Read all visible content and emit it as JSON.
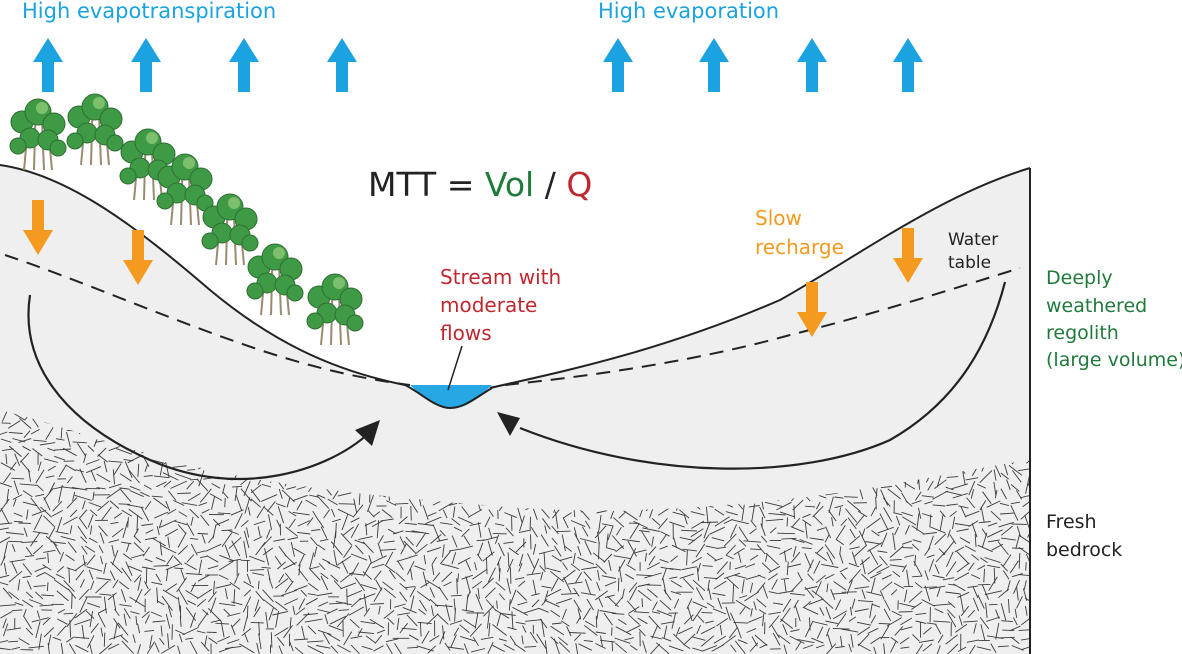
{
  "labels": {
    "high_et": "High evapotranspiration",
    "high_evap": "High evaporation",
    "formula": {
      "lhs": "MTT",
      "eq": " = ",
      "vol": "Vol",
      "slash": " / ",
      "q": "Q"
    },
    "slow_recharge": [
      "Slow",
      "recharge"
    ],
    "water_table": [
      "Water",
      "table"
    ],
    "stream": [
      "Stream with",
      "moderate",
      "flows"
    ],
    "regolith": [
      "Deeply",
      "weathered",
      "regolith",
      "(large volume)"
    ],
    "bedrock": [
      "Fresh",
      "bedrock"
    ]
  },
  "colors": {
    "blue": "#1aa3e0",
    "orange": "#f39a1f",
    "green": "#1f7a3c",
    "red": "#c0282f",
    "dark": "#222222",
    "soil": "#efefef",
    "water": "#27a7e4",
    "tree_green": "#3f9a45",
    "trunk": "#9a8a70"
  }
}
